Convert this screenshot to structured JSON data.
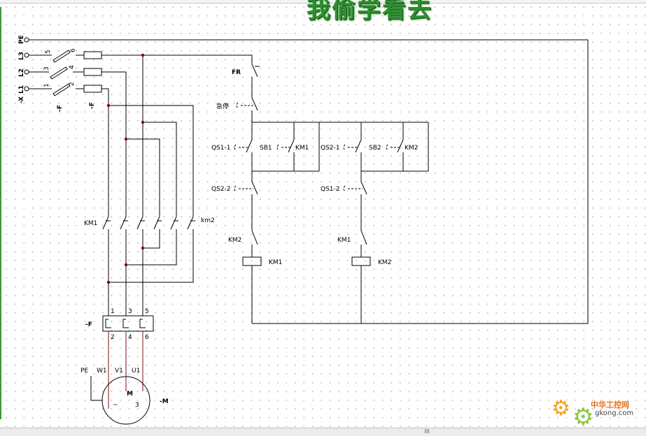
{
  "banner": {
    "title": "我偷学看去"
  },
  "power_lines": [
    {
      "id": "pe",
      "label": "PE"
    },
    {
      "id": "l3",
      "label": "L3",
      "fuse_in": "5",
      "fuse_out": "6"
    },
    {
      "id": "l2",
      "label": "L2",
      "fuse_in": "3",
      "fuse_out": "4"
    },
    {
      "id": "l1",
      "label": "L1",
      "fuse_in": "1",
      "fuse_out": "2"
    }
  ],
  "terminal_label": "-X",
  "fuse_label_left": "-F",
  "fuse_label_right": "-F",
  "main_contacts": {
    "left": "KM1",
    "right": "km2"
  },
  "thermal_relay": {
    "label": "-F",
    "top": [
      "1",
      "3",
      "5"
    ],
    "bottom": [
      "2",
      "4",
      "6"
    ]
  },
  "motor": {
    "label": "-M",
    "name": "M",
    "phase": "3",
    "symbol": "~",
    "terminals": [
      "PE",
      "W1",
      "V1",
      "U1"
    ]
  },
  "control": {
    "fr": "FR",
    "stop": "急停",
    "branch1": {
      "button": "QS1-1",
      "push": "SB1",
      "hold": "KM1",
      "interlock_btn": "QS2-2",
      "interlock_nc": "KM2",
      "coil": "KM1"
    },
    "branch2": {
      "button": "QS2-1",
      "push": "SB2",
      "hold": "KM2",
      "interlock_btn": "QS1-2",
      "interlock_nc": "KM1",
      "coil": "KM2"
    }
  },
  "watermark": {
    "cn": "中华工控网",
    "en": "gkong.com"
  },
  "scrollbar": {
    "grip": "III"
  }
}
